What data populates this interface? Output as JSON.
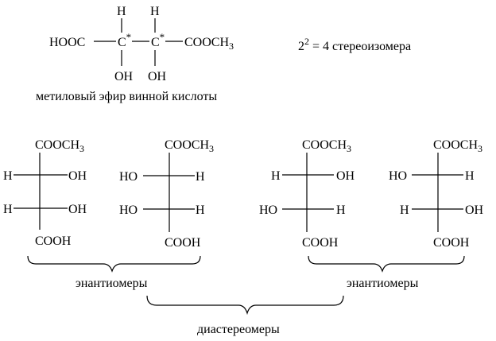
{
  "header": {
    "formula": {
      "left_group": "HOOC",
      "stereo_carbon_1": "C",
      "stereo_carbon_2": "C",
      "stereo_mark": "*",
      "right_group": "COOCH",
      "right_group_subscript": "3",
      "top_atom_1": "H",
      "top_atom_2": "H",
      "bottom_group_1": "OH",
      "bottom_group_2": "OH"
    },
    "caption": "метиловый эфир винной кислоты",
    "count": {
      "base": "2",
      "exponent": "2",
      "rest": " = 4 стереоизомера"
    }
  },
  "projections": [
    {
      "top": "COOCH",
      "top_sub": "3",
      "row1_left": "H",
      "row1_right": "OH",
      "row2_left": "H",
      "row2_right": "OH",
      "bottom": "COOH"
    },
    {
      "top": "COOCH",
      "top_sub": "3",
      "row1_left": "HO",
      "row1_right": "H",
      "row2_left": "HO",
      "row2_right": "H",
      "bottom": "COOH"
    },
    {
      "top": "COOCH",
      "top_sub": "3",
      "row1_left": "H",
      "row1_right": "OH",
      "row2_left": "HO",
      "row2_right": "H",
      "bottom": "COOH"
    },
    {
      "top": "COOCH",
      "top_sub": "3",
      "row1_left": "HO",
      "row1_right": "H",
      "row2_left": "H",
      "row2_right": "OH",
      "bottom": "COOH"
    }
  ],
  "brackets": {
    "pair_1_label": "энантиомеры",
    "pair_2_label": "энантиомеры",
    "diastereomer_label": "диастереомеры"
  }
}
